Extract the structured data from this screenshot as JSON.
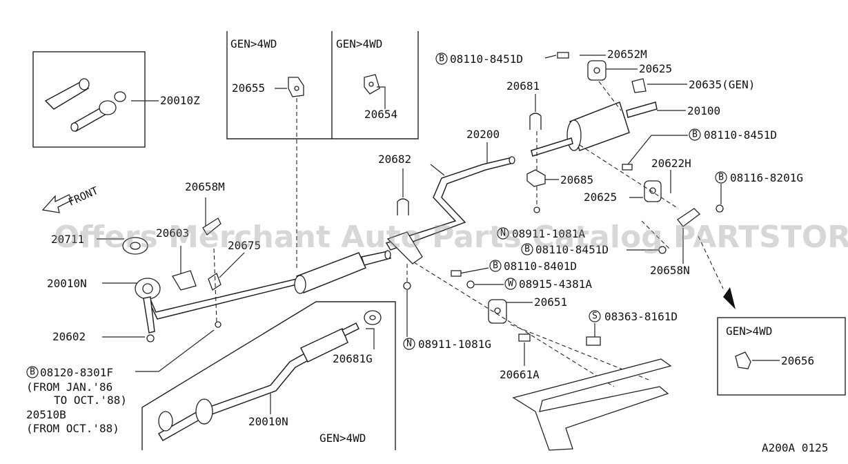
{
  "watermark": "Offers Merchant Auto Parts Catalog PARTSTORE.SA",
  "front_label": "FRONT",
  "figure_code": "A200A 0125",
  "insets": {
    "top_left_a": "GEN>4WD",
    "top_left_b": "GEN>4WD",
    "bottom": "GEN>4WD",
    "right": "GEN>4WD"
  },
  "callouts": {
    "p20010Z": "20010Z",
    "p20655": "20655",
    "p20654": "20654",
    "p20652M": "20652M",
    "p20625a": "20625",
    "p20635": "20635(GEN)",
    "p20681": "20681",
    "p20100": "20100",
    "p20200": "20200",
    "p20682": "20682",
    "p20685": "20685",
    "p20622H": "20622H",
    "p20625b": "20625",
    "p20658M": "20658M",
    "p20603": "20603",
    "p20711": "20711",
    "p20675": "20675",
    "p20010N_a": "20010N",
    "p20602": "20602",
    "p20658N": "20658N",
    "p20651": "20651",
    "p20681G": "20681G",
    "p20661A": "20661A",
    "p20010N_b": "20010N",
    "p20510B": "20510B",
    "p20656": "20656"
  },
  "fasteners": {
    "f1": {
      "prefix": "B",
      "number": "08110-8451D"
    },
    "f2": {
      "prefix": "B",
      "number": "08110-8451D"
    },
    "f3": {
      "prefix": "B",
      "number": "08116-8201G"
    },
    "f4": {
      "prefix": "N",
      "number": "08911-1081A"
    },
    "f5": {
      "prefix": "B",
      "number": "08110-8451D"
    },
    "f6": {
      "prefix": "B",
      "number": "08110-8401D"
    },
    "f7": {
      "prefix": "W",
      "number": "08915-4381A"
    },
    "f8": {
      "prefix": "S",
      "number": "08363-8161D"
    },
    "f9": {
      "prefix": "N",
      "number": "08911-1081G"
    },
    "f10": {
      "prefix": "B",
      "number": "08120-8301F"
    }
  },
  "notes": {
    "from_jan86": "(FROM JAN.'86",
    "to_oct88": "TO OCT.'88)",
    "from_oct88": "(FROM OCT.'88)"
  }
}
